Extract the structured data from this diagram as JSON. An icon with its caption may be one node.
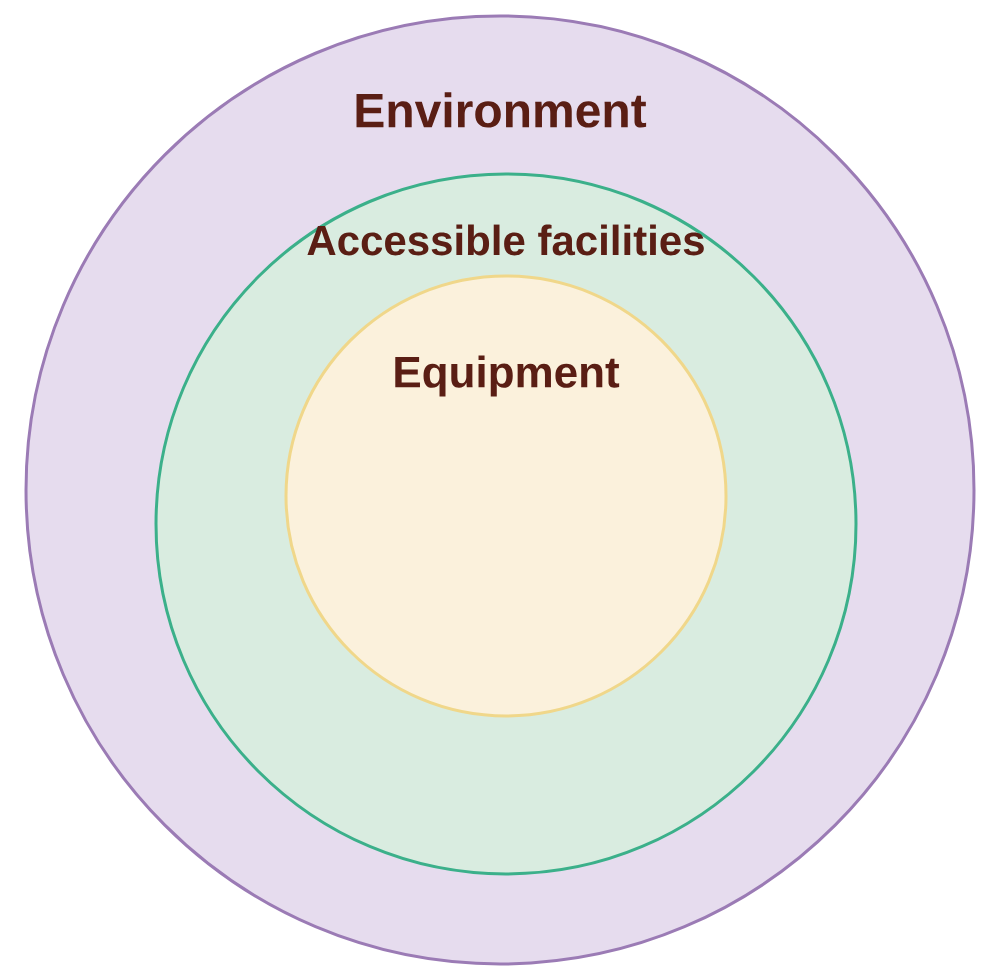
{
  "diagram": {
    "nodes": [
      {
        "text": [
          "Environment"
        ]
      },
      {
        "text": [
          "Accessible facilities"
        ],
        "in": 0
      },
      {
        "text": [
          "Equipment"
        ],
        "in": 1
      }
    ]
  }
}
